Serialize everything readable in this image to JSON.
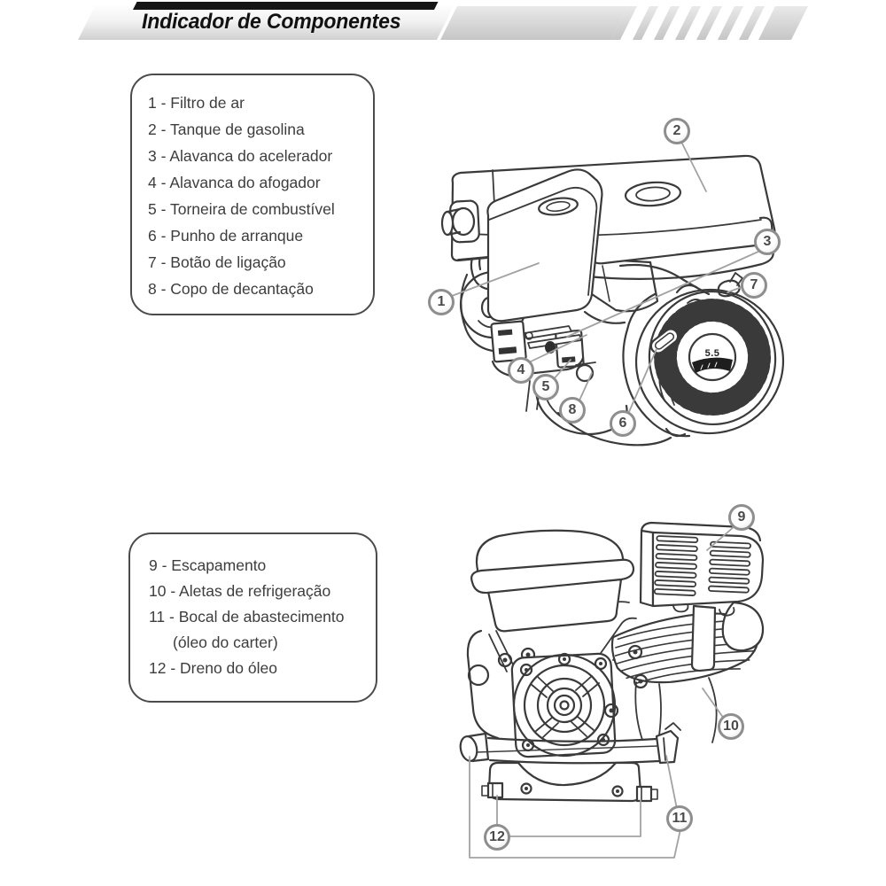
{
  "header": {
    "title": "Indicador de Componentes"
  },
  "legend_top": {
    "items": [
      "1 - Filtro de ar",
      "2 - Tanque de gasolina",
      "3 - Alavanca do acelerador",
      "4 - Alavanca do afogador",
      "5 - Torneira de combustível",
      "6 - Punho de arranque",
      "7 - Botão de ligação",
      "8 - Copo de decantação"
    ]
  },
  "legend_bottom": {
    "items": [
      "9 - Escapamento",
      "10 - Aletas de refrigeração",
      "11 - Bocal de abastecimento",
      "(óleo do carter)",
      "12 - Dreno do óleo"
    ]
  },
  "callouts": [
    "1",
    "2",
    "3",
    "4",
    "5",
    "6",
    "7",
    "8",
    "9",
    "10",
    "11",
    "12"
  ],
  "engine": {
    "badge": "5.5"
  },
  "colors": {
    "line_art": "#3a3a3a",
    "leader_line": "#a2a2a2",
    "callout_ring": "#8e8e8e",
    "header_bar": "#151515",
    "band_gray": "#d4d4d4"
  }
}
